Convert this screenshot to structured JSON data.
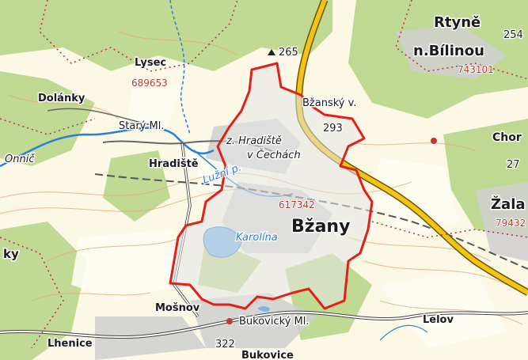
{
  "places": {
    "rtyne": "Rtyně",
    "rtyne2": "n.Bílinou",
    "lysec": "Lysec",
    "dolanky": "Dolánky",
    "hradiste": "Hradiště",
    "bzany": "Bžany",
    "mosnov": "Mošnov",
    "lhenice": "Lhenice",
    "bukovice": "Bukovice",
    "lelov": "Lelov",
    "zalany": "Žala",
    "chor": "Chor",
    "onnic": "Onnič",
    "ky": "ky"
  },
  "features": {
    "bzansky": "Bžanský v.",
    "stary_mlyn": "Starý Ml.",
    "bukovicky_mlyn": "Bukovický Ml.",
    "hradiste_ruins1": "z. Hradiště",
    "hradiste_ruins2": "v Čechách",
    "luzni": "Lužní p.",
    "karolina": "Karolína"
  },
  "codes": {
    "c689653": "689653",
    "c743101": "743101",
    "c617342": "617342",
    "c79432": "79432"
  },
  "elevations": {
    "e265": "265",
    "e293": "293",
    "e322": "322",
    "e254": "254",
    "e27": "27"
  },
  "colors": {
    "border": "#e0201b",
    "highway": "#f2c418",
    "water": "#2a7fd4",
    "forest": "#b9d68a",
    "field": "#f6f1c3"
  }
}
